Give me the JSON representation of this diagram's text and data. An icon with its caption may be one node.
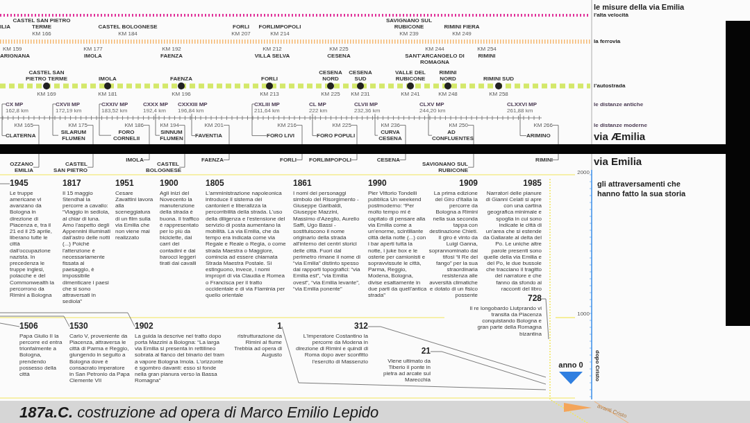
{
  "diagram": {
    "nodes": [
      {
        "text": [
          "CX MP",
          "162,8 km"
        ]
      },
      {
        "text": [
          "CLATERNA"
        ]
      },
      {
        "text": [
          "CXVII MP",
          "172,19 km"
        ]
      },
      {
        "text": [
          "SILARUM FLUMEN"
        ]
      },
      {
        "text": [
          "CXXIV MP",
          "183,52 km"
        ]
      },
      {
        "text": [
          "FORO CORNELII"
        ]
      },
      {
        "text": [
          "CXXX MP",
          "192,4 km"
        ]
      },
      {
        "text": [
          "SINNUM FLUMEN"
        ]
      },
      {
        "text": [
          "CXXXIII MP",
          "196,84 km"
        ]
      },
      {
        "text": [
          "FAVENTIA"
        ]
      },
      {
        "text": [
          "CXLIII MP",
          "211,64 km"
        ]
      },
      {
        "text": [
          "FORO LIVI"
        ]
      },
      {
        "text": [
          "CL MP",
          "222 km"
        ]
      },
      {
        "text": [
          "FORO POPULI"
        ]
      },
      {
        "text": [
          "CLVII MP",
          "232,36 km"
        ]
      },
      {
        "text": [
          "CURVA CESENA"
        ]
      },
      {
        "text": [
          "CLXV MP",
          "244,20 km"
        ]
      },
      {
        "text": [
          "AD CONFLUENTES"
        ]
      },
      {
        "text": [
          "CLXXVI MP",
          "261,88 km"
        ]
      },
      {
        "text": [
          "ARIMINO"
        ]
      },
      {
        "text": [
          "KM 165"
        ]
      },
      {
        "text": [
          "OZZANO EMILIA"
        ]
      },
      {
        "text": [
          "KM 175"
        ]
      },
      {
        "text": [
          "CASTEL SAN PIETRO"
        ]
      },
      {
        "text": [
          "KM 186"
        ]
      },
      {
        "text": [
          "IMOLA"
        ]
      },
      {
        "text": [
          "KM 194"
        ]
      },
      {
        "text": [
          "CASTEL BOLOGNESE"
        ]
      },
      {
        "text": [
          "KM 201"
        ]
      },
      {
        "text": [
          "FAENZA"
        ]
      },
      {
        "text": [
          "KM 216"
        ]
      },
      {
        "text": [
          "FORLI"
        ]
      },
      {
        "text": [
          "KM 225"
        ]
      },
      {
        "text": [
          "FORLIMPOPOLI"
        ]
      },
      {
        "text": [
          "KM 236"
        ]
      },
      {
        "text": [
          "CESENA"
        ]
      },
      {
        "text": [
          "KM 250"
        ]
      },
      {
        "text": [
          "SAVIGNANO SUL RUBICONE"
        ]
      },
      {
        "text": [
          "KM 266"
        ]
      },
      {
        "text": [
          "RIMINI"
        ]
      },
      {
        "text": [
          "1945",
          "Le truppe americane vi avanzano da Bologna in direzione di Piacenza e, tra il 21 ed il 25 aprile, liberano tutte le città dall'occupazione nazista. In precedenza le truppe inglesi, polacche e del Commonwealth la percorrono da Rimini a Bologna"
        ]
      },
      {
        "text": [
          "1817",
          "Il 15 maggio Stendhal la percorre a cavallo: “Viaggio in sediola, al chiar di luna. Amo l'aspetto degli Appennini illuminati dall'astro delle notti (...) Poiché l'attenzione è necessariamente fissata al paesaggio, è impossibile dimenticare i paesi che si sono attraversati in sediola”"
        ]
      },
      {
        "text": [
          "1951",
          "Cesare Zavattini lavora alla sceneggiatura di un film sulla via Emilia che non viene mai realizzato"
        ]
      },
      {
        "text": [
          "1900",
          "Agli inizi del Novecento la manutenzione della strada è buona. Il traffico è rappresentato per lo più da biciclette, dai carri dei contadini e dai barocci leggeri tirati dai cavalli"
        ]
      },
      {
        "text": [
          "1805",
          "L'amministrazione napoleonica introduce il sistema dei cantonieri e liberalizza la percorribilità della strada. L'uso della diligenza e l'estensione del servizio di posta aumentano la mobilità. La via Emilia, che da tempo era indicata come via Regale e Reale o Regia, o come strada Maestra o Maggiore, comincia ad essere chiamata Strada Maestra Postale. Si estinguono, invece, i nomi impropri di via Claudia e Romea o Francisca per il tratto occidentale e di via Flaminia per quello orientale"
        ]
      },
      {
        "text": [
          "1861",
          "I nomi dei personaggi simbolo del Risorgimento - Giuseppe Garibaldi, Giuseppe Mazzini, Massimo d'Azeglio, Aurelio Saffi, Ugo Bassi - sostituiscono il nome originario della strada all'interno dei centri storici delle città. Fuori dal perimetro rimane il nome di “via Emilia” distinto spesso dai rapporti topografici: “via Emilia est”, “via Emilia ovest”, “via Emilia levante”, “via Emilia ponente”"
        ]
      },
      {
        "text": [
          "1990",
          "Pier Vittorio Tondelli pubblica Un weekend postmoderno: “Per molto tempo mi è capitato di pensare alla via Emilia come a un'enorme, scintillante città della notte (...) con i bar aperti tutta la notte, i juke box e le osterie per camionisti e sopravvissute le città, Parma, Reggio, Modena, Bologna, divise esattamente in due parti da quell'antica strada”"
        ]
      },
      {
        "text": [
          "1909",
          "La prima edizione del Giro d'Italia la percorre da Bologna a Rimini nella sua seconda tappa con destinazione Chieti. Il giro è vinto da Luigi Ganna, soprannominato dai tifosi “il Re del fango” per la sua straordinaria resistenza alle avversità climatiche e dotato di un fisico possente"
        ]
      },
      {
        "text": [
          "1985",
          "Narratori delle pianure di Gianni Celati si apre con una cartina geografica minimale e spoglia in cui sono indicate le città di un'area che si estende da Gallarate al delta del Po. Le uniche altre parole presenti sono quelle della via Emilia e del Po, le due bussole che tracciano il tragitto del narratore e che fanno da sfondo ai racconti del libro"
        ]
      },
      {
        "text": [
          "1902",
          "La guida la descrive nel tratto dopo porta Mazzini a Bologna: “La larga via Emilia si presenta in rettilineo sobrata al fianco del binario del tram a vapore Bologna Imola. L'orizzonte è sgombro davanti: esso si fonde nella gran pianura verso la Bassa Romagna”"
        ]
      },
      {
        "text": [
          "1530",
          "Carlo V, proveniente da Piacenza, attraversa le città di Parma e Reggio, giungendo in seguito a Bologna dove è consacrato imperatore in San Petronio da Papa Clemente VII"
        ]
      },
      {
        "text": [
          "1506",
          "Papa Giulio II la percorre ed entra trionfalmente a Bologna, prendendo possesso della città"
        ]
      },
      {
        "text": [
          "1",
          "ristrutturazione da Rimini al fiume Trebbia ad opera di Augusto"
        ]
      },
      {
        "text": [
          "21",
          "Viene ultimato da Tiberio il ponte in pietra ad arcate sul Marecchia"
        ]
      },
      {
        "text": [
          "312",
          "L'imperatore Costantino la percorre da Modena in direzione di Rimini e quindi di Roma dopo aver sconfitto l'esercito di Massenzio"
        ]
      },
      {
        "text": [
          "728",
          "Il re longobardo Liutprando vi transita da Piacenza conquistando Bologna e gran parte della Romagna bizantina"
        ]
      }
    ],
    "edges": [
      {
        "from": 0,
        "to": 1,
        "arrow": "none"
      },
      {
        "from": 2,
        "to": 3,
        "arrow": "none"
      },
      {
        "from": 4,
        "to": 5,
        "arrow": "none"
      },
      {
        "from": 6,
        "to": 7,
        "arrow": "none"
      },
      {
        "from": 8,
        "to": 9,
        "arrow": "none"
      },
      {
        "from": 10,
        "to": 11,
        "arrow": "none"
      },
      {
        "from": 12,
        "to": 13,
        "arrow": "none"
      },
      {
        "from": 14,
        "to": 15,
        "arrow": "none"
      },
      {
        "from": 16,
        "to": 17,
        "arrow": "none"
      },
      {
        "from": 18,
        "to": 19,
        "arrow": "none"
      },
      {
        "from": 20,
        "to": 21,
        "arrow": "none"
      },
      {
        "from": 22,
        "to": 23,
        "arrow": "none"
      },
      {
        "from": 24,
        "to": 25,
        "arrow": "none"
      },
      {
        "from": 26,
        "to": 27,
        "arrow": "none"
      },
      {
        "from": 28,
        "to": 29,
        "arrow": "none"
      },
      {
        "from": 30,
        "to": 31,
        "arrow": "none"
      },
      {
        "from": 32,
        "to": 33,
        "arrow": "none"
      },
      {
        "from": 34,
        "to": 35,
        "arrow": "none"
      },
      {
        "from": 36,
        "to": 37,
        "arrow": "none"
      },
      {
        "from": 38,
        "to": 39,
        "arrow": "none"
      },
      {
        "from": 40,
        "to": null,
        "arrow": "none"
      },
      {
        "from": 49,
        "to": null,
        "arrow": "none"
      },
      {
        "from": 50,
        "to": null,
        "arrow": "none"
      },
      {
        "from": 51,
        "to": null,
        "arrow": "none"
      },
      {
        "from": 52,
        "to": null,
        "arrow": "none"
      },
      {
        "from": 53,
        "to": null,
        "arrow": "none"
      },
      {
        "from": 54,
        "to": null,
        "arrow": "none"
      },
      {
        "from": 55,
        "to": null,
        "arrow": "none"
      }
    ],
    "labels": [
      "le misure della via Emilia",
      "l'alta velocità",
      "ILIA",
      "CASTEL SAN PIETRO TERME",
      "KM 166",
      "CASTEL BOLOGNESE",
      "KM 184",
      "FORLI",
      "KM 207",
      "FORLIMPOPOLI",
      "KM 214",
      "SAVIGNANO SUL RUBICONE",
      "KM 239",
      "RIMINI FIERA",
      "KM 249",
      "la ferrovia",
      "KM 159",
      "ARIGNANA",
      "KM 177",
      "IMOLA",
      "KM 192",
      "FAENZA",
      "KM 212",
      "VILLA SELVA",
      "KM 225",
      "CESENA",
      "KM 244",
      "SANT'ARCANGELO DI ROMAGNA",
      "KM 254",
      "RIMINI",
      "CASTEL SAN PIETRO TERME",
      "IMOLA",
      "FAENZA",
      "FORLI",
      "CESENA NORD",
      "CESENA SUD",
      "VALLE DEL RUBICONE",
      "RIMINI NORD",
      "RIMINI SUD",
      "l’autostrada",
      "KM 169",
      "KM 181",
      "KM 196",
      "KM 213",
      "KM 225",
      "KM 231",
      "KM 241",
      "KM 248",
      "KM 258",
      "le distanze antiche",
      "le distanze moderne",
      "via Æmilia",
      "via Emilia",
      "2000",
      "gli attraversamenti che hanno fatto la sua storia",
      "1000",
      "anno 0",
      "dopo Cristo",
      "**187a.C.** costruzione ad opera di Marco Emilio Lepido",
      "avanti Cristo"
    ]
  }
}
